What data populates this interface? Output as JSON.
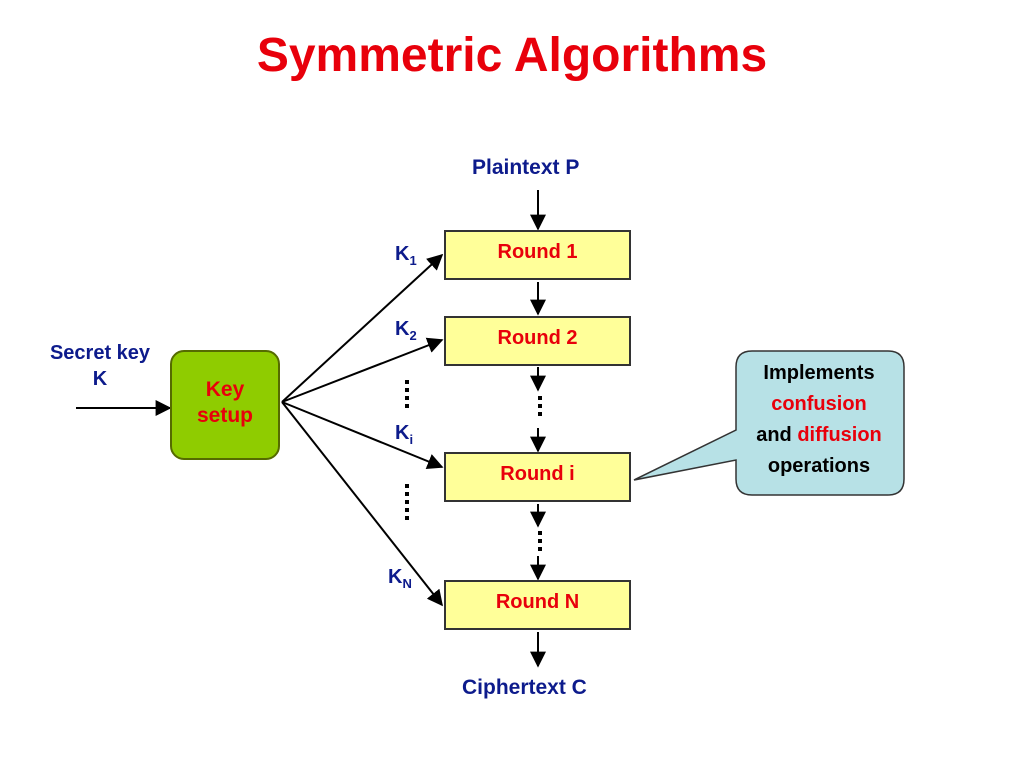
{
  "title": "Symmetric Algorithms",
  "input": "Plaintext P",
  "output": "Ciphertext C",
  "secret_key": {
    "line1": "Secret key",
    "line2": "K"
  },
  "key_setup": {
    "line1": "Key",
    "line2": "setup"
  },
  "rounds": [
    "Round 1",
    "Round 2",
    "Round i",
    "Round N"
  ],
  "keys": [
    {
      "base": "K",
      "sub": "1"
    },
    {
      "base": "K",
      "sub": "2"
    },
    {
      "base": "K",
      "sub": "i"
    },
    {
      "base": "K",
      "sub": "N"
    }
  ],
  "callout": {
    "line1": "Implements",
    "word_confusion": "confusion",
    "word_and": "and",
    "word_diffusion": "diffusion",
    "line4": "operations"
  },
  "colors": {
    "title": "#e8000b",
    "label": "#0d1b8c",
    "round_fill": "#ffff99",
    "key_setup_fill": "#8fcc00",
    "callout_fill": "#b7e1e6"
  }
}
